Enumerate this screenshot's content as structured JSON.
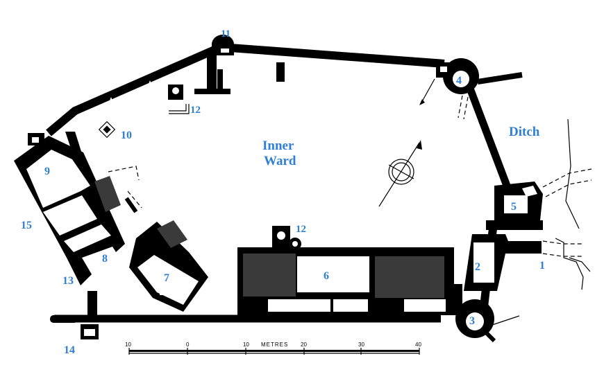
{
  "labels": {
    "inner_ward_line1": "Inner",
    "inner_ward_line2": "Ward",
    "ditch": "Ditch",
    "n1": "1",
    "n2": "2",
    "n3": "3",
    "n4": "4",
    "n5": "5",
    "n6": "6",
    "n7": "7",
    "n8": "8",
    "n9": "9",
    "n10": "10",
    "n11": "11",
    "n12a": "12",
    "n12b": "12",
    "n13": "13",
    "n14": "14",
    "n15": "15"
  },
  "scale": {
    "title": "METRES",
    "ticks": [
      "10",
      "0",
      "10",
      "20",
      "30",
      "40"
    ]
  },
  "colors": {
    "label": "#2f7fd6",
    "wall": "#000000",
    "shade": "#3a3a3a"
  }
}
